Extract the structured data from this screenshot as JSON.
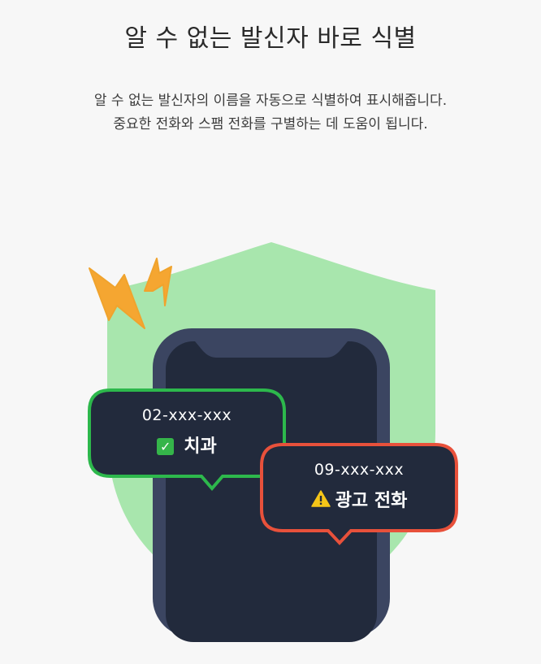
{
  "header": {
    "title": "알 수 없는 발신자 바로 식별"
  },
  "description": {
    "line1": "알 수 없는 발신자의 이름을 자동으로 식별하여 표시해줍니다.",
    "line2": "중요한 전화와 스팸 전화를 구별하는 데 도움이 됩니다."
  },
  "illustration": {
    "trusted_call": {
      "number": "02-xxx-xxx",
      "label": "치과",
      "icon": "check-mark-icon",
      "status_color": "#2db84c"
    },
    "spam_call": {
      "number": "09-xxx-xxx",
      "label": "광고 전화",
      "icon": "warning-icon",
      "status_color": "#e8513b"
    },
    "colors": {
      "shield": "#a8e6ad",
      "phone_body": "#3b4561",
      "phone_screen": "#222a3c",
      "lightning": "#f5a631",
      "page_background": "#f7f7f7"
    }
  }
}
